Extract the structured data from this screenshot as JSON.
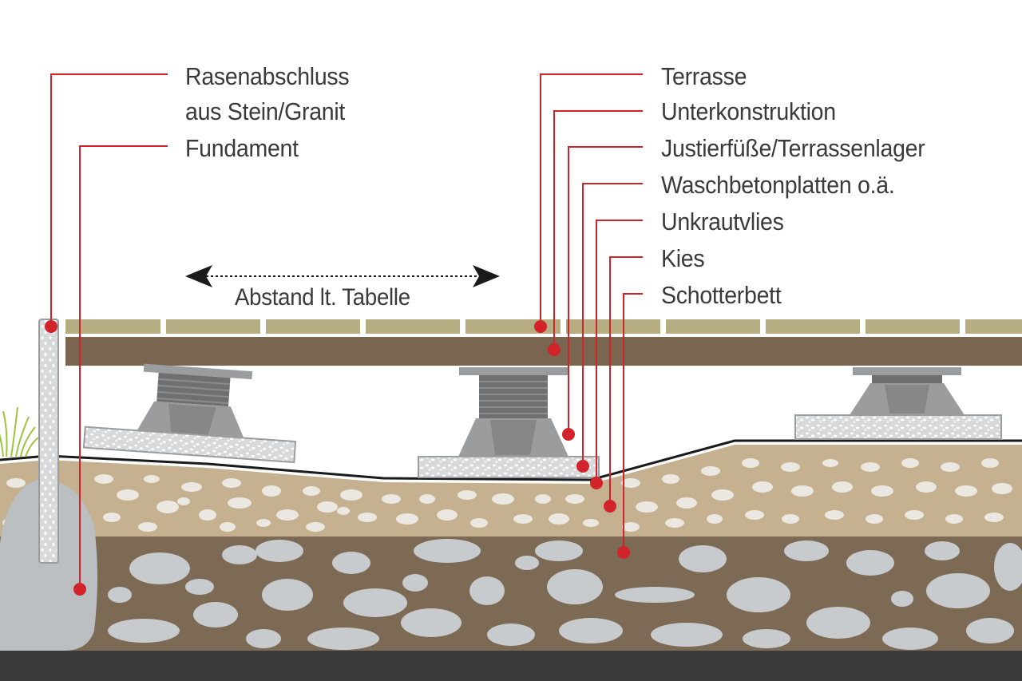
{
  "labels": {
    "rasenabschluss_1": "Rasenabschluss",
    "rasenabschluss_2": "aus Stein/Granit",
    "fundament": "Fundament",
    "terrasse": "Terrasse",
    "unterkonstruktion": "Unterkonstruktion",
    "justierfuesse": "Justierfüße/Terrassenlager",
    "waschbetonplatten": "Waschbetonplatten o.ä.",
    "unkrautvlies": "Unkrautvlies",
    "kies": "Kies",
    "schotterbett": "Schotterbett",
    "abstand": "Abstand lt. Tabelle"
  },
  "colors": {
    "callout": "#d2232a",
    "deck_board": "#b7ad82",
    "beam": "#7a6650",
    "soil": "#7d6a55",
    "gravel_bed": "#c5b08f",
    "stone": "#c8cbcd",
    "pedestal": "#9a9c9e",
    "text": "#3a3a3a"
  }
}
